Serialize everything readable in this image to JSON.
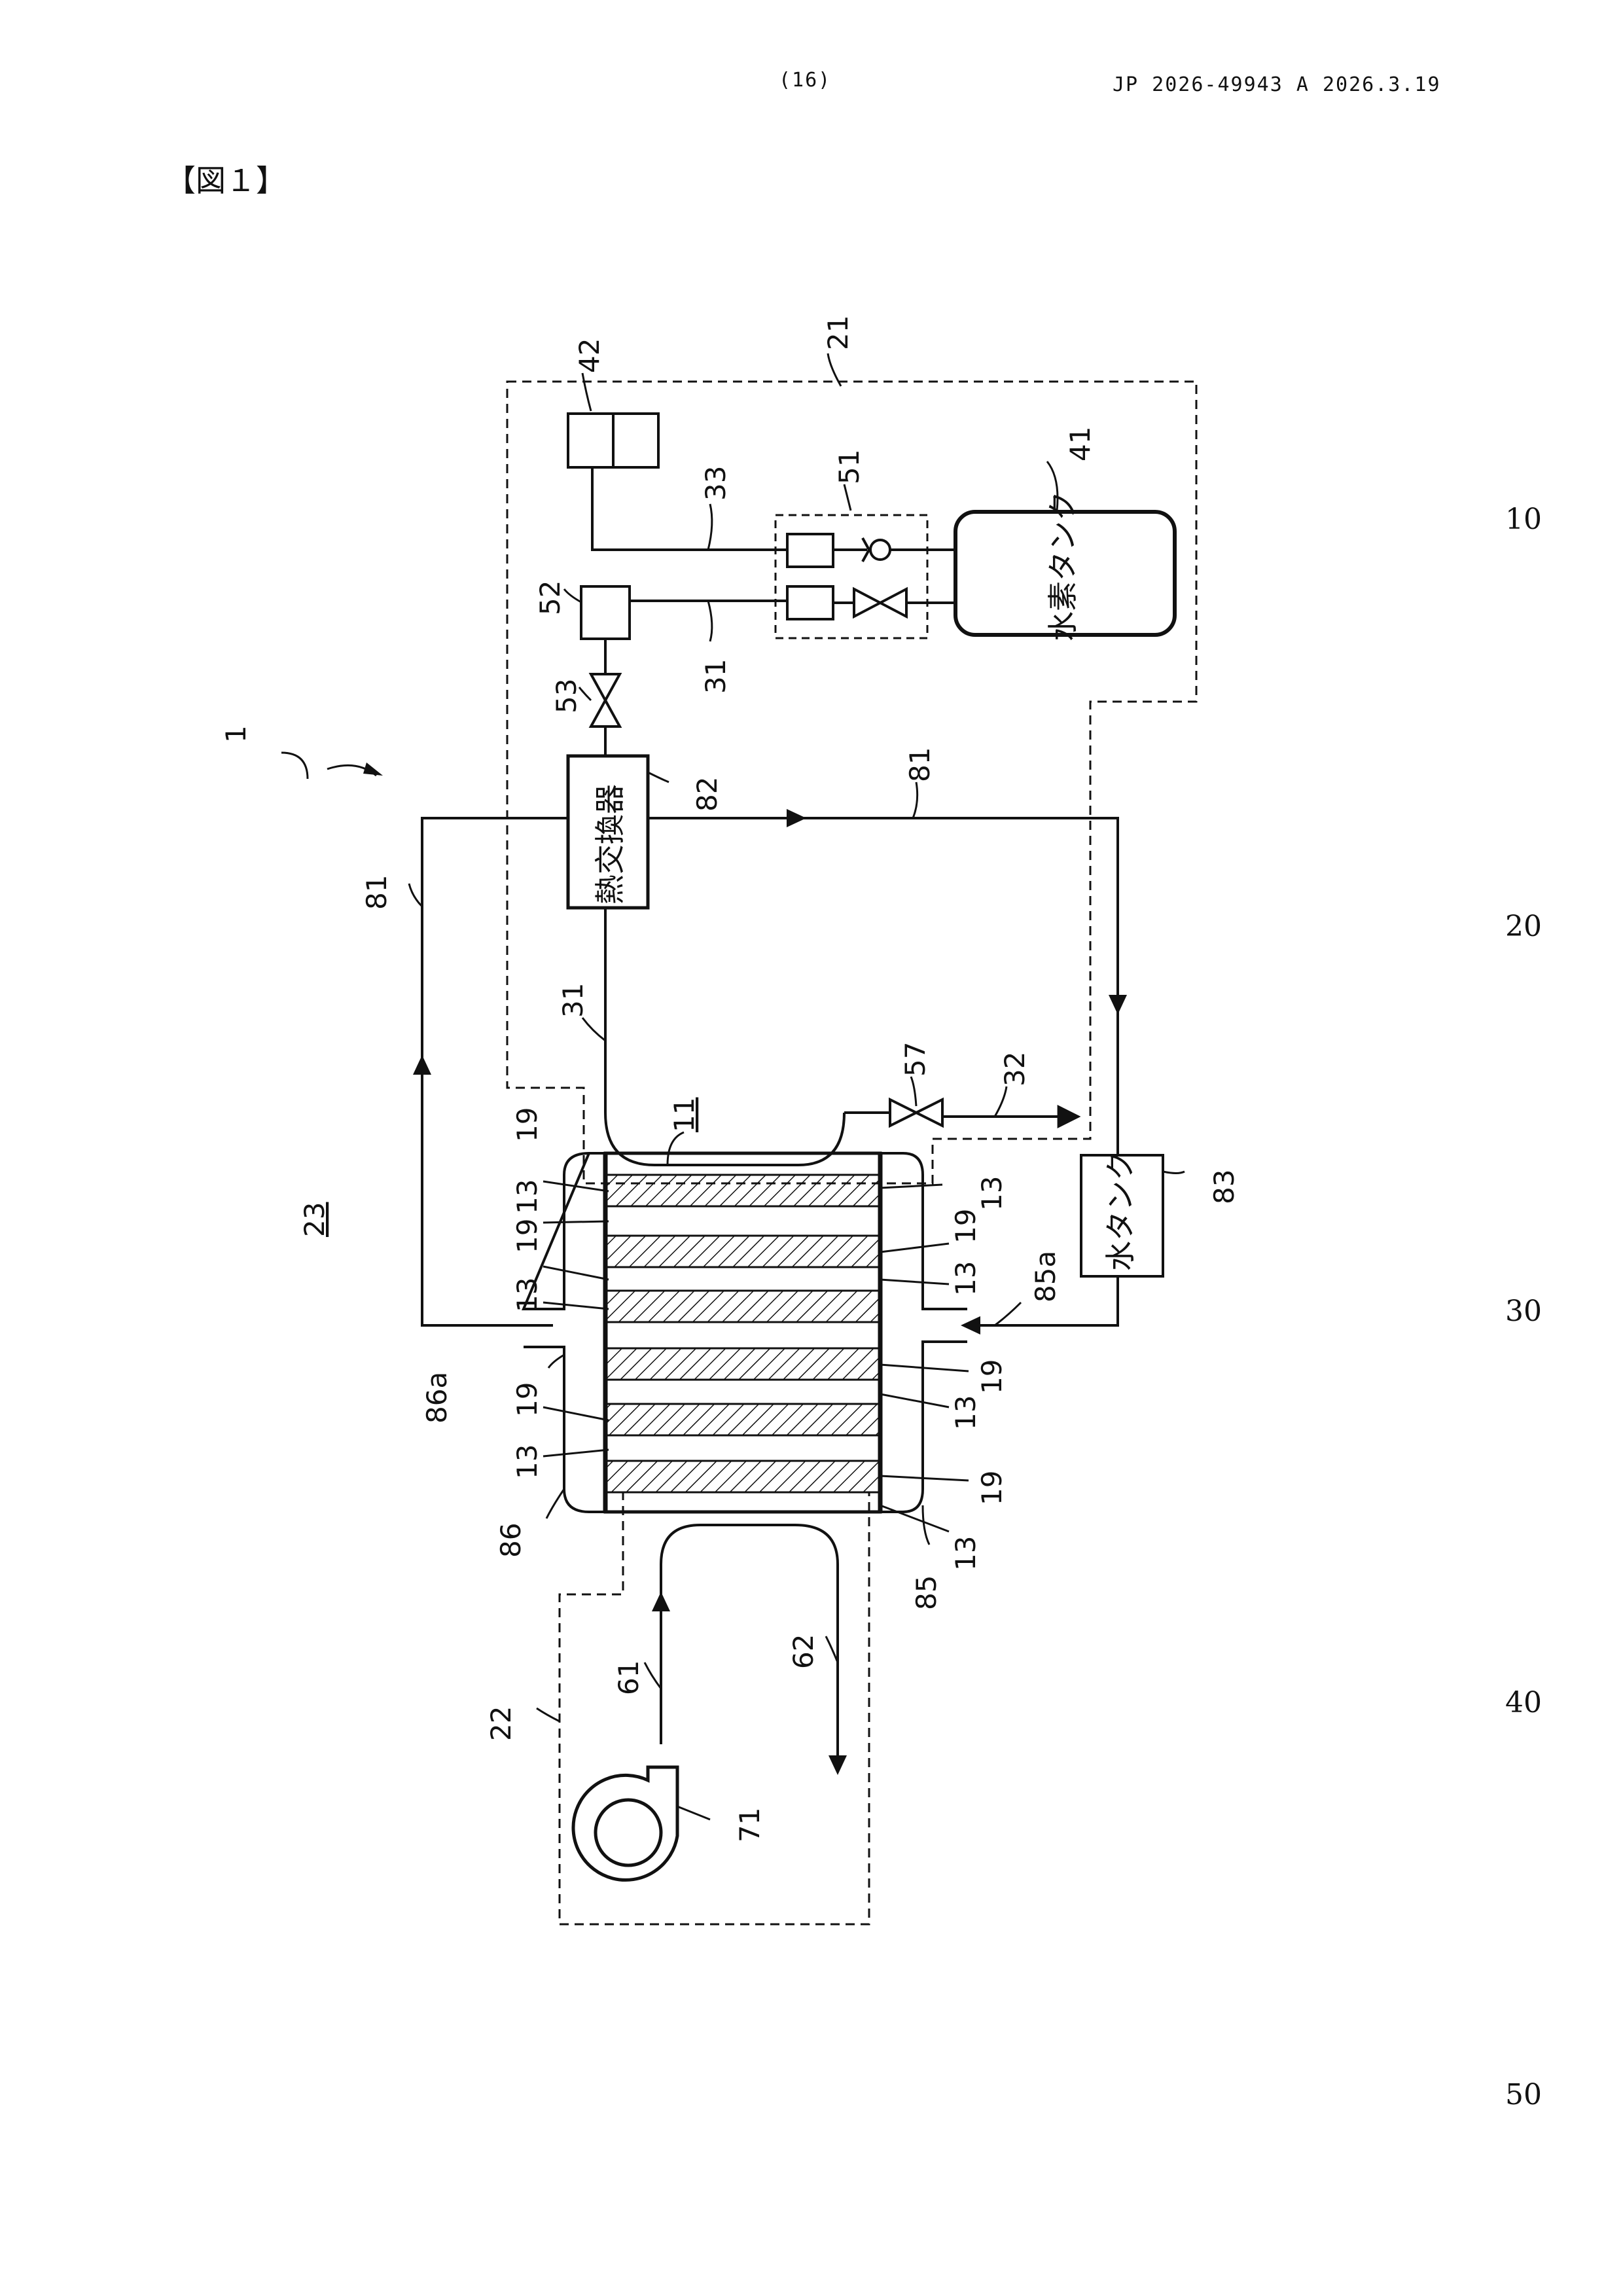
{
  "header": {
    "page_number": "(16)",
    "publication": "JP  2026-49943  A  2026.3.19"
  },
  "figure_label": "【図１】",
  "line_numbers": [
    "10",
    "20",
    "30",
    "40",
    "50"
  ],
  "diagram": {
    "hydrogen_tank_text": "水素タンク",
    "heat_exchanger_text": "熱交換器",
    "water_tank_text": "水タンク",
    "labels": {
      "system": "1",
      "stack": "11",
      "anode_system_box": "21",
      "cathode_system_box": "22",
      "coolant_system": "23",
      "fuel_pipe_lower": "31",
      "fuel_pipe_upper": "31",
      "exhaust_pipe": "32",
      "fill_pipe": "33",
      "hydrogen_tank": "41",
      "receptacle": "42",
      "valve_unit": "51",
      "regulator": "52",
      "valve_53": "53",
      "purge_valve": "57",
      "air_supply": "61",
      "air_exhaust": "62",
      "blower": "71",
      "coolant_pipe_right": "81",
      "coolant_pipe_left": "81",
      "heat_exchanger": "82",
      "water_tank": "83",
      "inlet_manifold": "85",
      "inlet_port": "85a",
      "outlet_manifold": "86",
      "outlet_port": "86a",
      "cell": "13",
      "separator": "19"
    }
  }
}
